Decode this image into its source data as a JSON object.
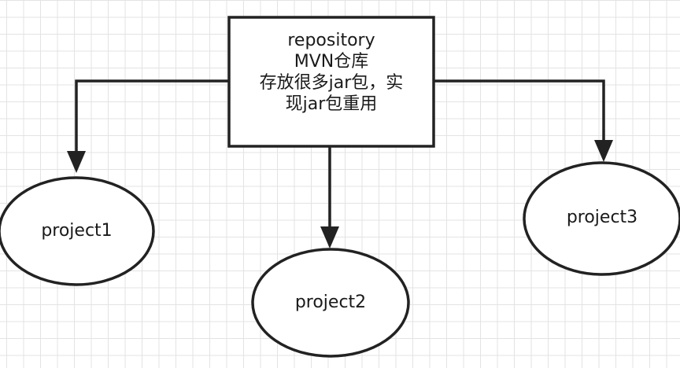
{
  "repository_node": {
    "lines": [
      "repository",
      "MVN仓库",
      "存放很多jar包，实",
      "现jar包重用"
    ]
  },
  "project_nodes": {
    "project1": "project1",
    "project2": "project2",
    "project3": "project3"
  },
  "colors": {
    "stroke": "#222222",
    "grid": "#e3e3e3",
    "background": "#ffffff",
    "text": "#1a1a1a"
  }
}
